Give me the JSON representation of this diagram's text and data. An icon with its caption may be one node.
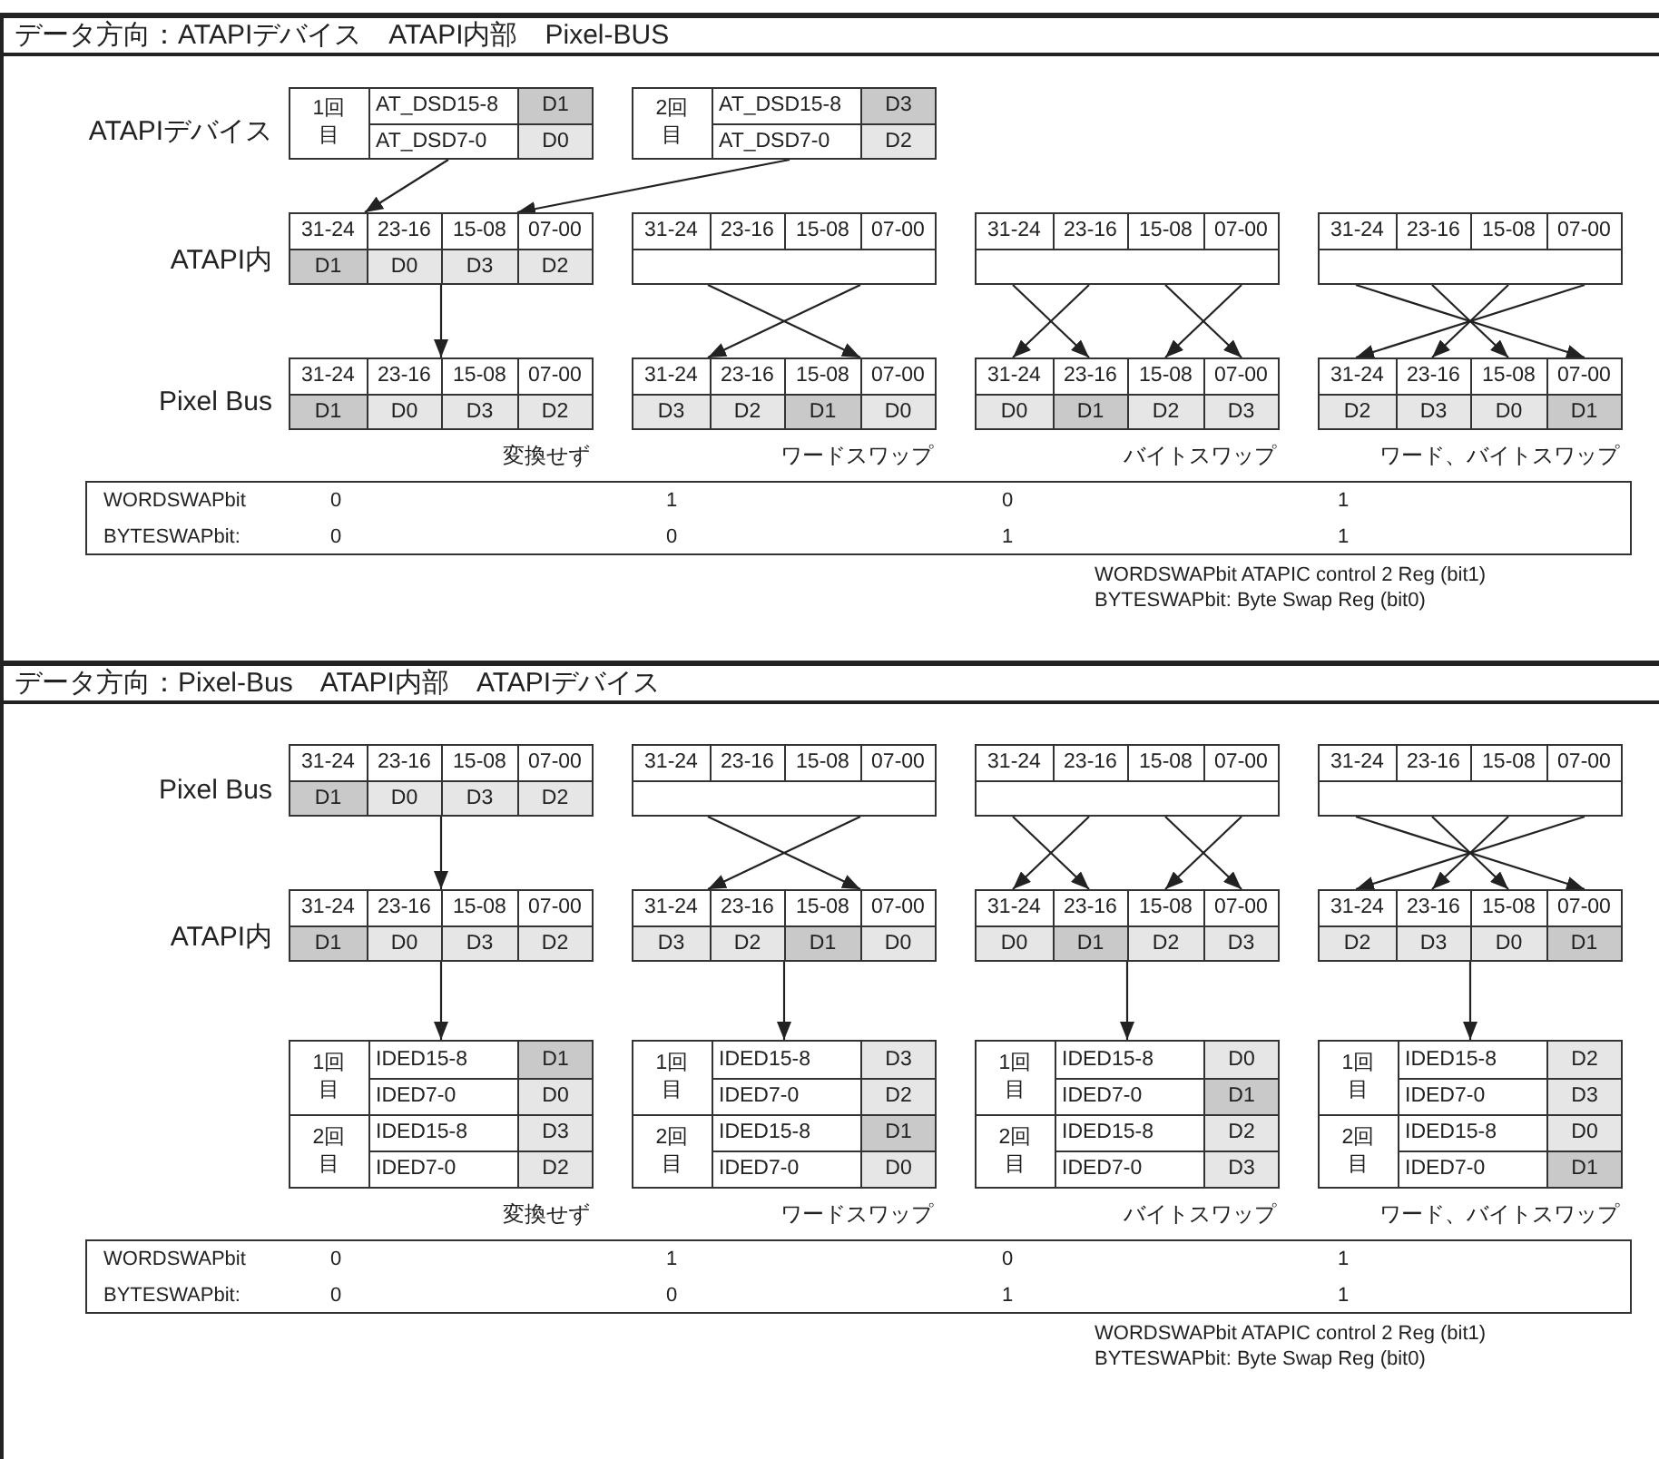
{
  "diagram": {
    "nodes": [
      {
        "text": [
          "データ方向：ATAPIデバイス　ATAPI内部　Pixel-BUS"
        ]
      },
      {
        "text": [
          "1回目",
          "AT_DSD15-8",
          "D1",
          "AT_DSD7-0",
          "D0"
        ],
        "in": 0
      },
      {
        "text": [
          "2回目",
          "AT_DSD15-8",
          "D3",
          "AT_DSD7-0",
          "D2"
        ],
        "in": 0
      },
      {
        "text": [
          "31-24",
          "23-16",
          "15-08",
          "07-00",
          "D1",
          "D0",
          "D3",
          "D2"
        ],
        "in": 0
      },
      {
        "text": [
          "31-24",
          "23-16",
          "15-08",
          "07-00"
        ],
        "in": 0
      },
      {
        "text": [
          "31-24",
          "23-16",
          "15-08",
          "07-00"
        ],
        "in": 0
      },
      {
        "text": [
          "31-24",
          "23-16",
          "15-08",
          "07-00"
        ],
        "in": 0
      },
      {
        "text": [
          "31-24",
          "23-16",
          "15-08",
          "07-00",
          "D1",
          "D0",
          "D3",
          "D2"
        ],
        "beside": [
          "変換せず"
        ],
        "in": 0
      },
      {
        "text": [
          "31-24",
          "23-16",
          "15-08",
          "07-00",
          "D3",
          "D2",
          "D1",
          "D0"
        ],
        "beside": [
          "ワードスワップ"
        ],
        "in": 0
      },
      {
        "text": [
          "31-24",
          "23-16",
          "15-08",
          "07-00",
          "D0",
          "D1",
          "D2",
          "D3"
        ],
        "beside": [
          "バイトスワップ"
        ],
        "in": 0
      },
      {
        "text": [
          "31-24",
          "23-16",
          "15-08",
          "07-00",
          "D2",
          "D3",
          "D0",
          "D1"
        ],
        "beside": [
          "ワード、バイトスワップ"
        ],
        "in": 0
      },
      {
        "text": [
          "WORDSWAPbit",
          "0",
          "1",
          "0",
          "1",
          "BYTESWAPbit:",
          "0",
          "0",
          "1",
          "1"
        ],
        "in": 0
      },
      {
        "text": [
          "データ方向：Pixel-Bus　ATAPI内部　ATAPIデバイス"
        ]
      },
      {
        "text": [
          "31-24",
          "23-16",
          "15-08",
          "07-00",
          "D1",
          "D0",
          "D3",
          "D2"
        ],
        "in": 12
      },
      {
        "text": [
          "31-24",
          "23-16",
          "15-08",
          "07-00"
        ],
        "in": 12
      },
      {
        "text": [
          "31-24",
          "23-16",
          "15-08",
          "07-00"
        ],
        "in": 12
      },
      {
        "text": [
          "31-24",
          "23-16",
          "15-08",
          "07-00"
        ],
        "in": 12
      },
      {
        "text": [
          "31-24",
          "23-16",
          "15-08",
          "07-00",
          "D1",
          "D0",
          "D3",
          "D2"
        ],
        "in": 12
      },
      {
        "text": [
          "31-24",
          "23-16",
          "15-08",
          "07-00",
          "D3",
          "D2",
          "D1",
          "D0"
        ],
        "in": 12
      },
      {
        "text": [
          "31-24",
          "23-16",
          "15-08",
          "07-00",
          "D0",
          "D1",
          "D2",
          "D3"
        ],
        "in": 12
      },
      {
        "text": [
          "31-24",
          "23-16",
          "15-08",
          "07-00",
          "D2",
          "D3",
          "D0",
          "D1"
        ],
        "in": 12
      },
      {
        "text": [
          "1回目",
          "IDED15-8",
          "D1",
          "IDED7-0",
          "D0",
          "2回目",
          "IDED15-8",
          "D3",
          "IDED7-0",
          "D2"
        ],
        "beside": [
          "変換せず"
        ],
        "in": 12
      },
      {
        "text": [
          "1回目",
          "IDED15-8",
          "D3",
          "IDED7-0",
          "D2",
          "2回目",
          "IDED15-8",
          "D1",
          "IDED7-0",
          "D0"
        ],
        "beside": [
          "ワードスワップ"
        ],
        "in": 12
      },
      {
        "text": [
          "1回目",
          "IDED15-8",
          "D0",
          "IDED7-0",
          "D1",
          "2回目",
          "IDED15-8",
          "D2",
          "IDED7-0",
          "D3"
        ],
        "beside": [
          "バイトスワップ"
        ],
        "in": 12
      },
      {
        "text": [
          "1回目",
          "IDED15-8",
          "D2",
          "IDED7-0",
          "D3",
          "2回目",
          "IDED15-8",
          "D0",
          "IDED7-0",
          "D1"
        ],
        "beside": [
          "ワード、バイトスワップ"
        ],
        "in": 12
      },
      {
        "text": [
          "WORDSWAPbit",
          "0",
          "1",
          "0",
          "1",
          "BYTESWAPbit:",
          "0",
          "0",
          "1",
          "1"
        ],
        "in": 12
      }
    ],
    "edges": [
      {
        "from": 1,
        "to": 3,
        "arrow": "to"
      },
      {
        "from": 2,
        "to": 3,
        "arrow": "to"
      },
      {
        "from": 3,
        "to": 7,
        "arrow": "to"
      },
      {
        "from": 4,
        "to": 8,
        "arrow": "to"
      },
      {
        "from": 4,
        "to": 8,
        "arrow": "to"
      },
      {
        "from": 5,
        "to": 9,
        "arrow": "to"
      },
      {
        "from": 5,
        "to": 9,
        "arrow": "to"
      },
      {
        "from": 5,
        "to": 9,
        "arrow": "to"
      },
      {
        "from": 5,
        "to": 9,
        "arrow": "to"
      },
      {
        "from": 6,
        "to": 10,
        "arrow": "to"
      },
      {
        "from": 6,
        "to": 10,
        "arrow": "to"
      },
      {
        "from": 6,
        "to": 10,
        "arrow": "to"
      },
      {
        "from": 6,
        "to": 10,
        "arrow": "to"
      },
      {
        "from": 13,
        "to": 17,
        "arrow": "to"
      },
      {
        "from": 14,
        "to": 18,
        "arrow": "to"
      },
      {
        "from": 14,
        "to": 18,
        "arrow": "to"
      },
      {
        "from": 15,
        "to": 19,
        "arrow": "to"
      },
      {
        "from": 15,
        "to": 19,
        "arrow": "to"
      },
      {
        "from": 15,
        "to": 19,
        "arrow": "to"
      },
      {
        "from": 15,
        "to": 19,
        "arrow": "to"
      },
      {
        "from": 16,
        "to": 20,
        "arrow": "to"
      },
      {
        "from": 16,
        "to": 20,
        "arrow": "to"
      },
      {
        "from": 16,
        "to": 20,
        "arrow": "to"
      },
      {
        "from": 16,
        "to": 20,
        "arrow": "to"
      },
      {
        "from": 17,
        "to": 21,
        "arrow": "to"
      },
      {
        "from": 18,
        "to": 22,
        "arrow": "to"
      },
      {
        "from": 19,
        "to": 23,
        "arrow": "to"
      },
      {
        "from": 20,
        "to": 24,
        "arrow": "to"
      }
    ],
    "labels": [
      "ATAPIデバイス",
      "ATAPI内",
      "Pixel Bus",
      "WORDSWAPbit ATAPIC control 2 Reg (bit1)",
      "BYTESWAPbit: Byte Swap Reg (bit0)",
      "Pixel Bus",
      "ATAPI内",
      "WORDSWAPbit ATAPIC control 2 Reg (bit1)",
      "BYTESWAPbit: Byte Swap Reg (bit0)"
    ]
  }
}
